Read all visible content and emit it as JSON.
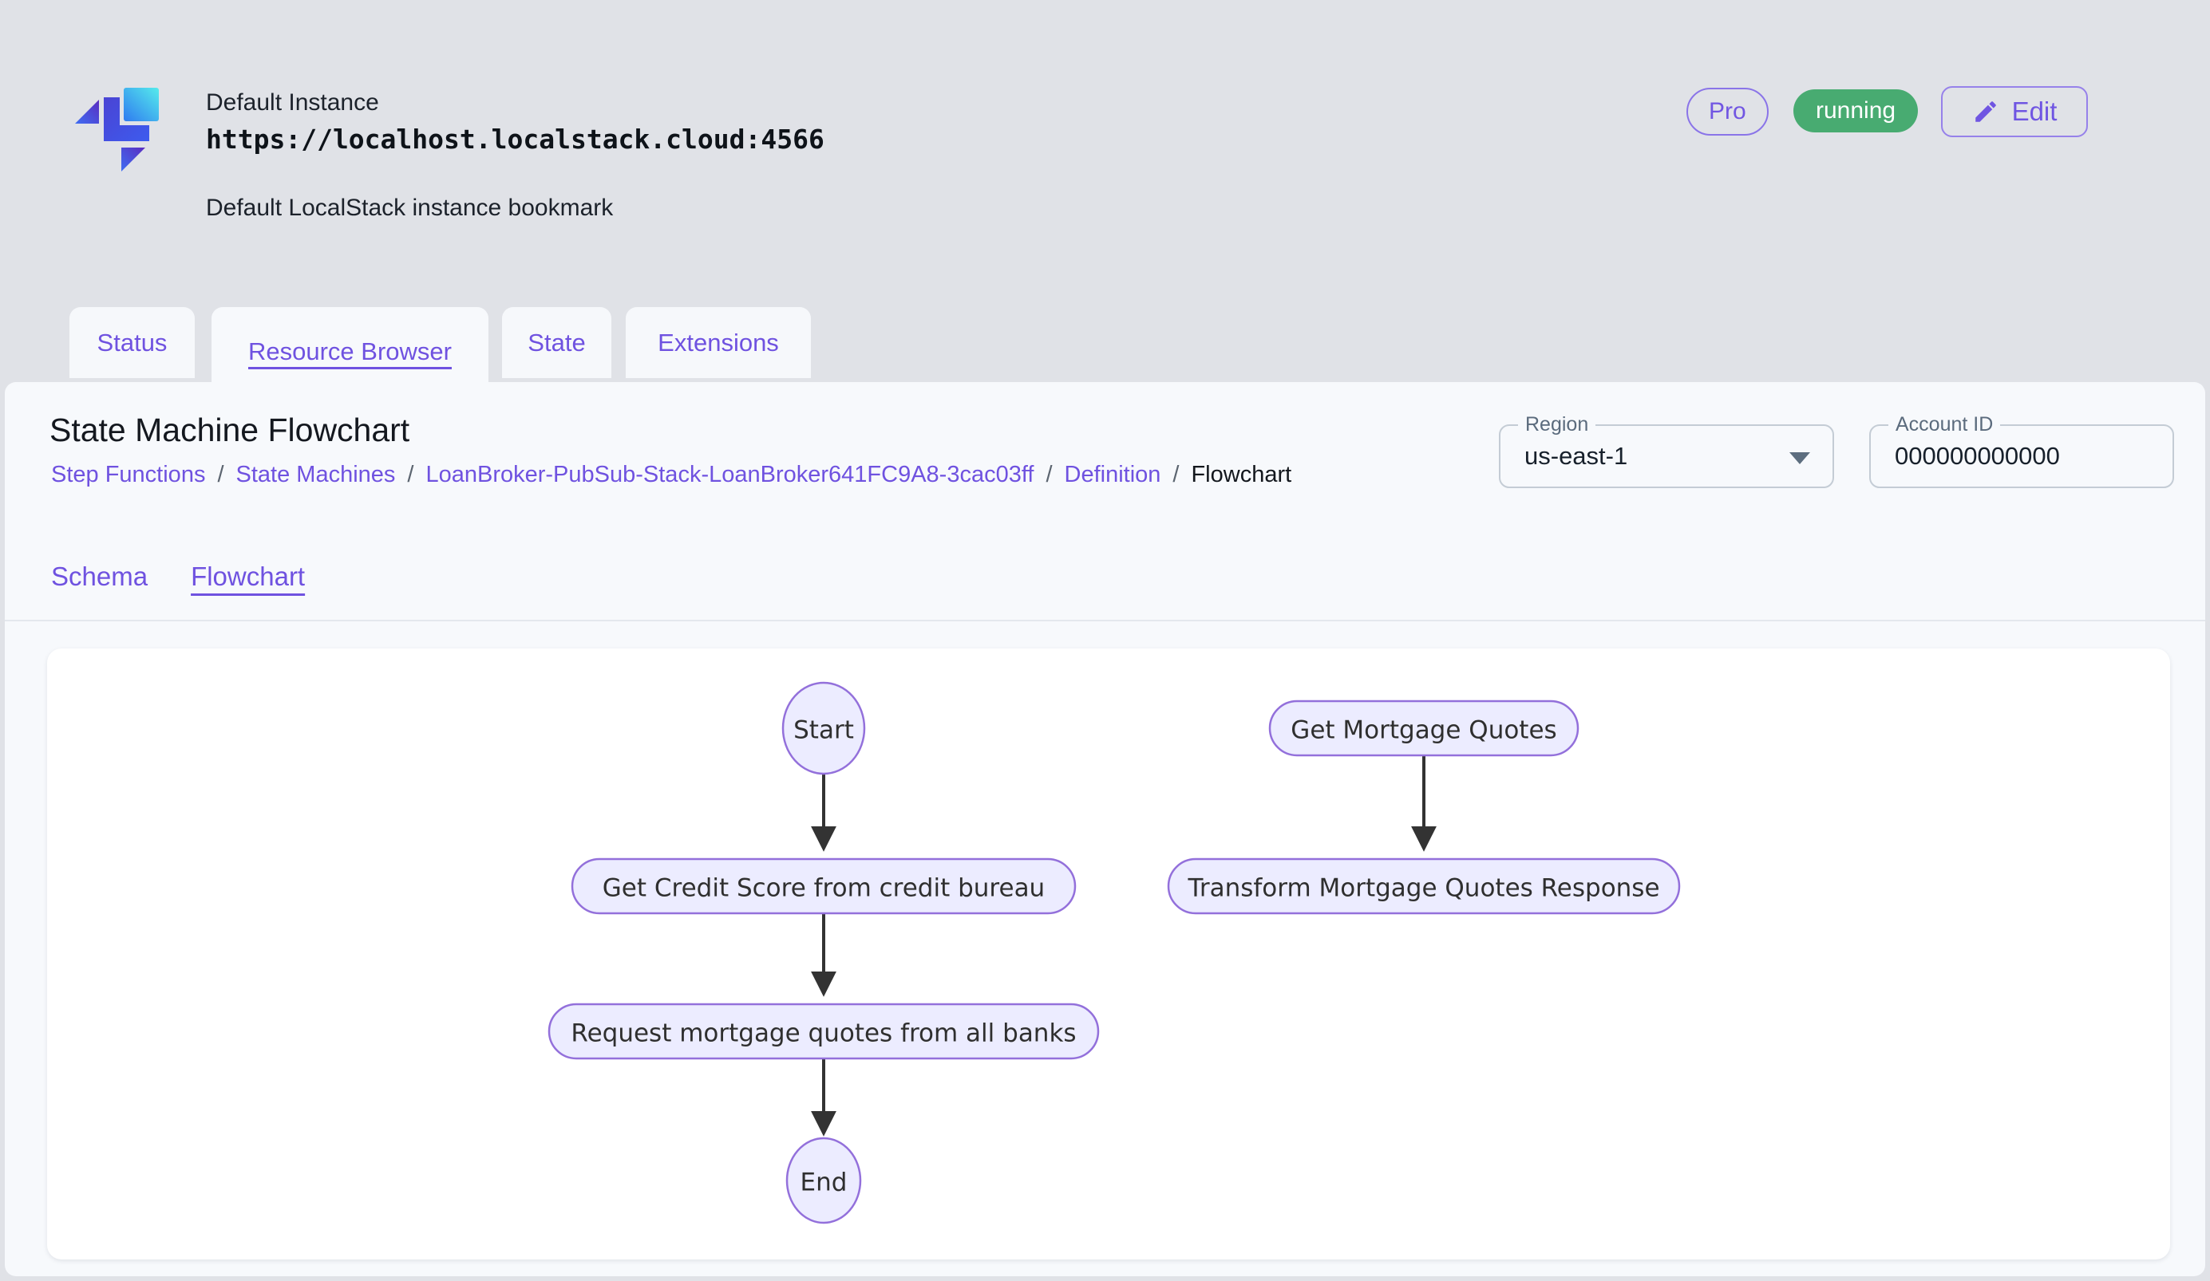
{
  "header": {
    "instance_name": "Default Instance",
    "instance_url": "https://localhost.localstack.cloud:4566",
    "instance_description": "Default LocalStack instance bookmark",
    "pro_badge": "Pro",
    "status_badge": "running",
    "edit_button": "Edit"
  },
  "tabs": [
    {
      "label": "Status",
      "active": false
    },
    {
      "label": "Resource Browser",
      "active": true
    },
    {
      "label": "State",
      "active": false
    },
    {
      "label": "Extensions",
      "active": false
    }
  ],
  "page": {
    "title": "State Machine Flowchart",
    "breadcrumb": [
      {
        "label": "Step Functions"
      },
      {
        "label": "State Machines"
      },
      {
        "label": "LoanBroker-PubSub-Stack-LoanBroker641FC9A8-3cac03ff"
      },
      {
        "label": "Definition"
      },
      {
        "label": "Flowchart"
      }
    ],
    "breadcrumb_separator": "/",
    "region": {
      "label": "Region",
      "value": "us-east-1"
    },
    "account_id": {
      "label": "Account ID",
      "value": "000000000000"
    },
    "subtabs": [
      {
        "label": "Schema",
        "active": false
      },
      {
        "label": "Flowchart",
        "active": true
      }
    ]
  },
  "flowchart": {
    "nodes": {
      "start": "Start",
      "credit_score": "Get Credit Score from credit bureau",
      "request_quotes": "Request mortgage quotes from all banks",
      "end": "End",
      "get_quotes": "Get Mortgage Quotes",
      "transform_response": "Transform Mortgage Quotes Response"
    },
    "edges": [
      [
        "start",
        "credit_score"
      ],
      [
        "credit_score",
        "request_quotes"
      ],
      [
        "request_quotes",
        "end"
      ],
      [
        "get_quotes",
        "transform_response"
      ]
    ],
    "node_fill": "#ECECFF",
    "node_border": "#9370DB",
    "arrow_color": "#333333"
  },
  "colors": {
    "accent_purple": "#6f52e0",
    "running_green": "#48ab71",
    "page_background": "#e0e2e7",
    "panel_background": "#f7f9fc",
    "card_background": "#ffffff"
  }
}
